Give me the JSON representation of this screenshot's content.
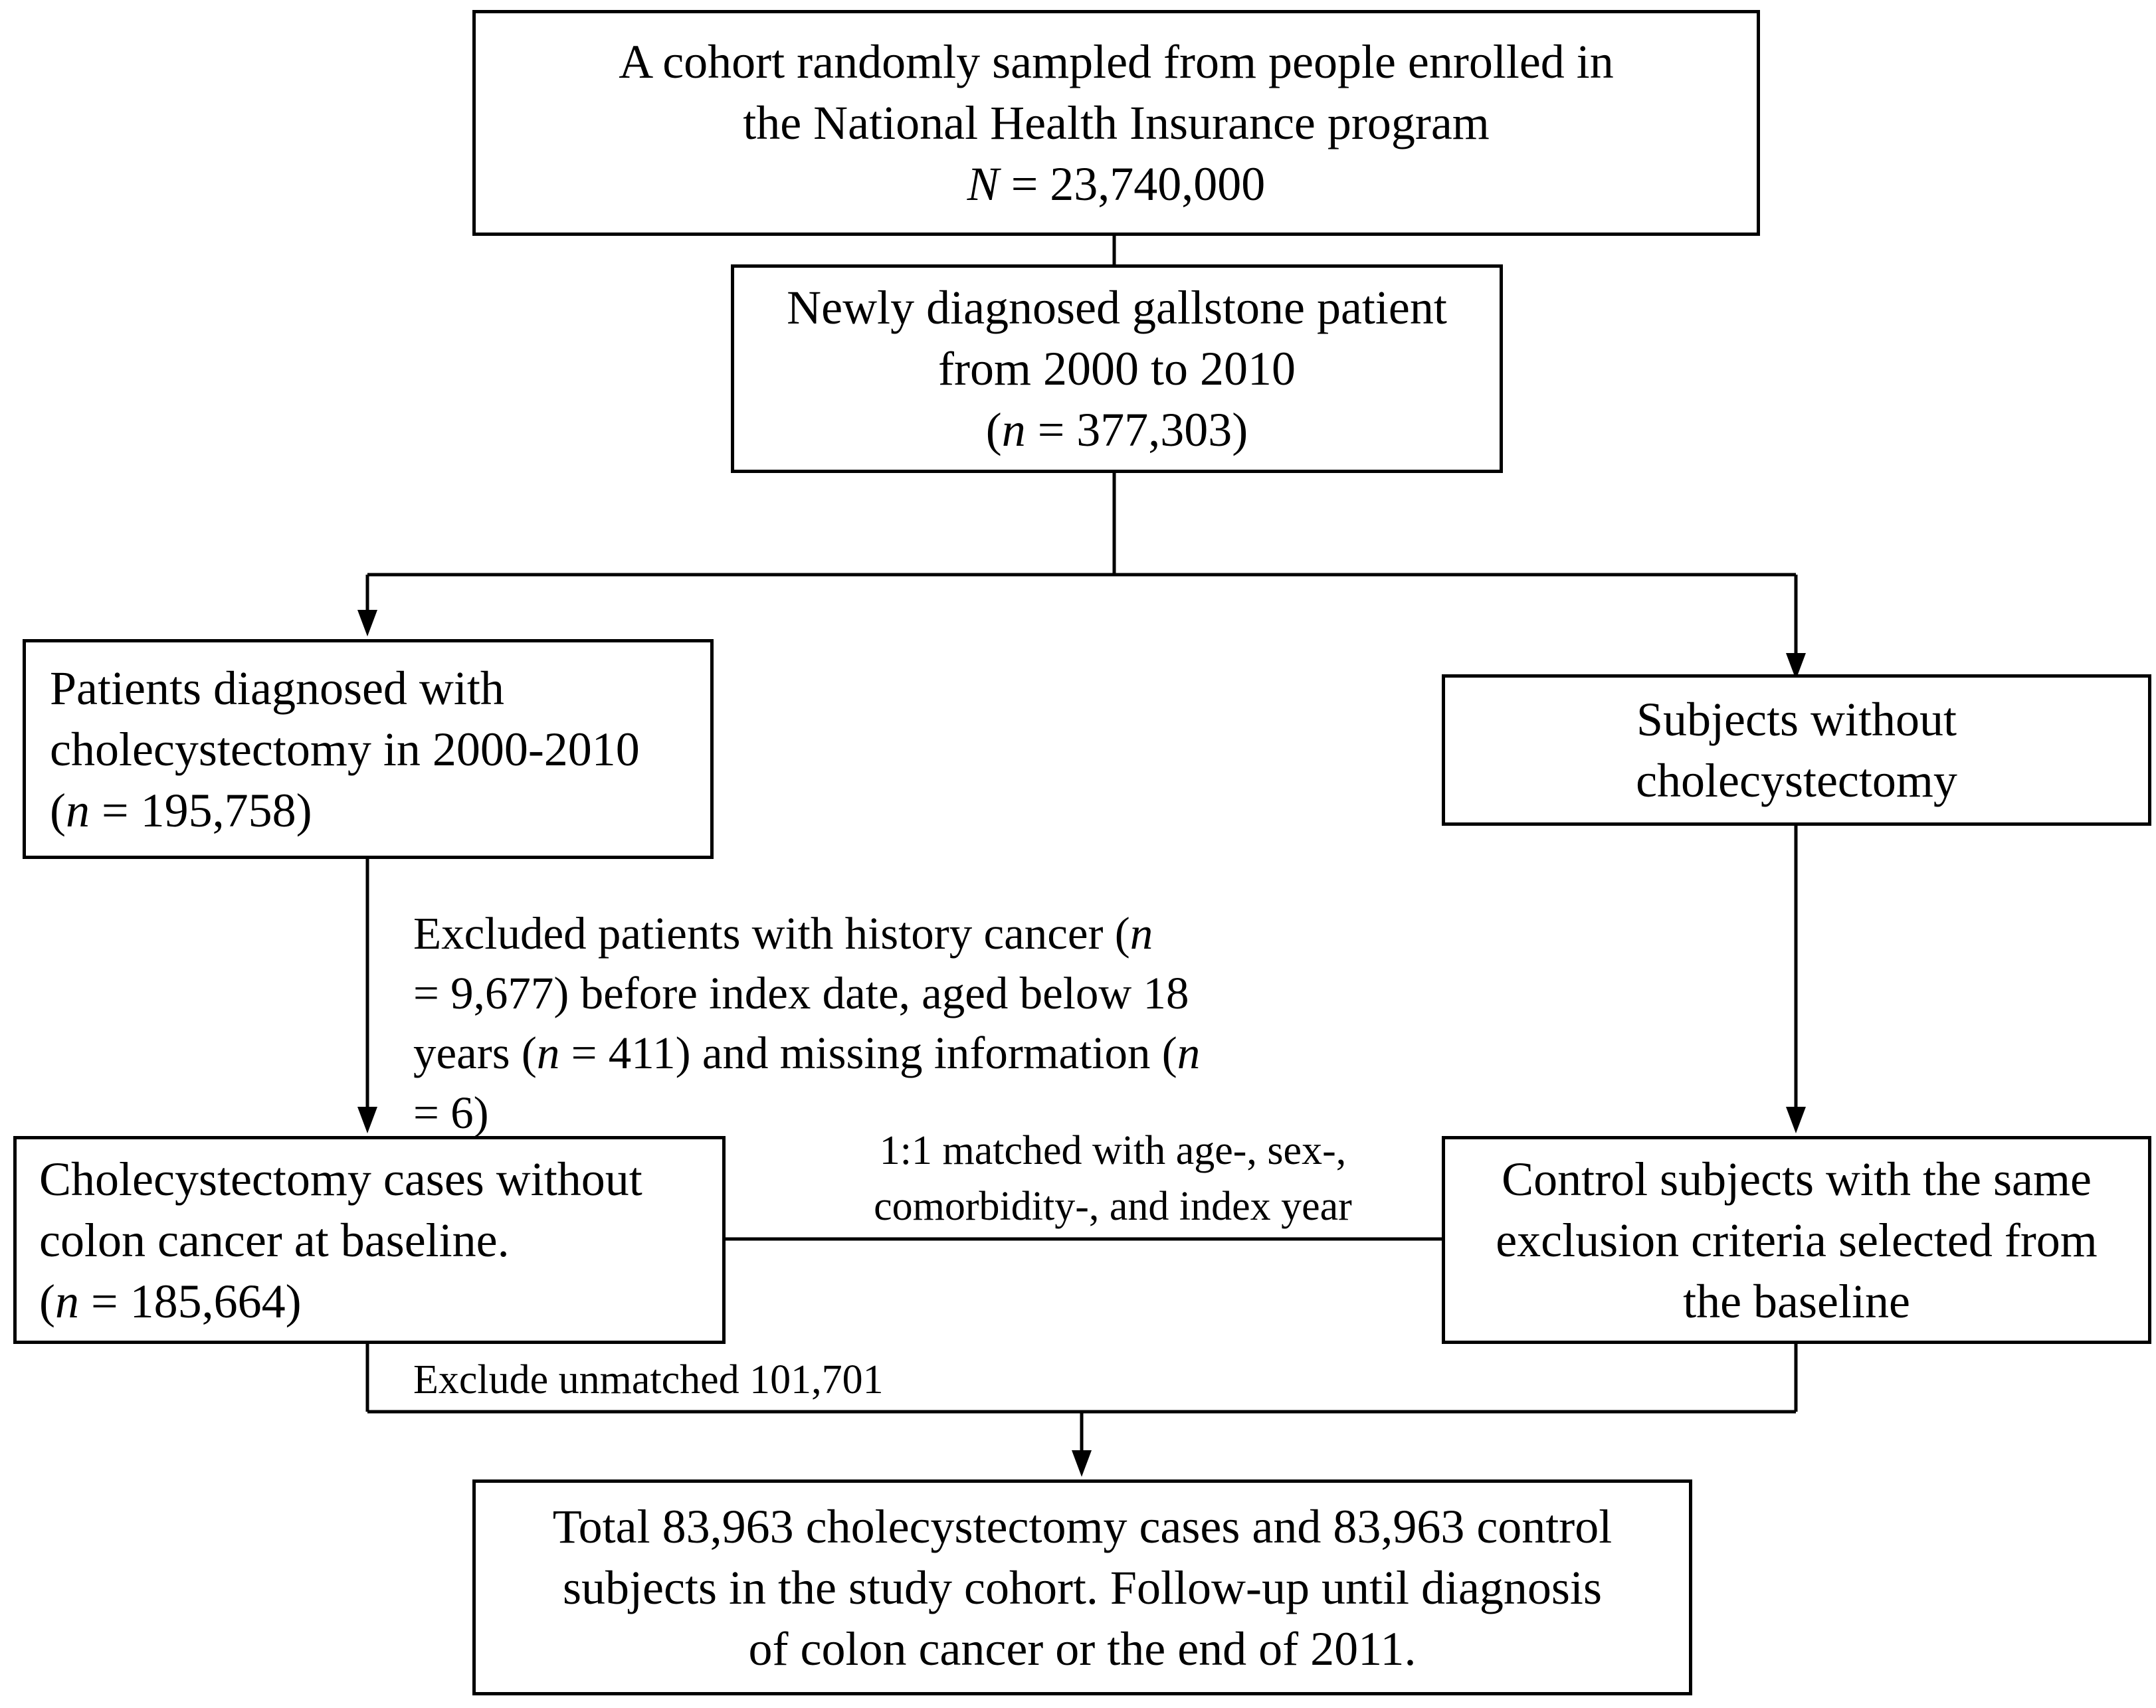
{
  "boxes": {
    "cohort": {
      "lines": [
        "A cohort randomly sampled from people enrolled in",
        "the National Health Insurance program"
      ],
      "n_label": "N",
      "n_value": "= 23,740,000"
    },
    "gallstone": {
      "lines": [
        "Newly diagnosed gallstone patient",
        "from 2000 to 2010"
      ],
      "n_label": "n",
      "n_value": "= 377,303)"
    },
    "cholecystectomy": {
      "lines": [
        "Patients diagnosed with",
        "cholecystectomy in 2000-2010"
      ],
      "n_label": "n",
      "n_value": "= 195,758)"
    },
    "without_cholecystectomy": {
      "lines": [
        "Subjects without",
        "cholecystectomy"
      ]
    },
    "cases": {
      "lines": [
        "Cholecystectomy cases without",
        "colon cancer at baseline."
      ],
      "n_label": "n",
      "n_value": "= 185,664)"
    },
    "controls": {
      "lines": [
        "Control subjects with the same",
        "exclusion criteria selected from",
        "the baseline"
      ]
    },
    "total": {
      "lines": [
        "Total 83,963 cholecystectomy cases and 83,963 control",
        "subjects in the study cohort. Follow-up until diagnosis",
        "of colon cancer or the end of 2011."
      ]
    }
  },
  "notes": {
    "exclusion": {
      "l1_pre": "Excluded patients with history cancer (",
      "l1_n": "n",
      "l2": "= 9,677) before index date, aged below 18",
      "l3_pre": "years (",
      "l3_n": "n",
      "l3_mid": " = 411) and missing information (",
      "l3_n2": "n",
      "l4": "= 6)"
    },
    "matching": [
      "1:1 matched with age-, sex-,",
      "comorbidity-, and  index year"
    ],
    "unmatched": "Exclude unmatched 101,701"
  }
}
